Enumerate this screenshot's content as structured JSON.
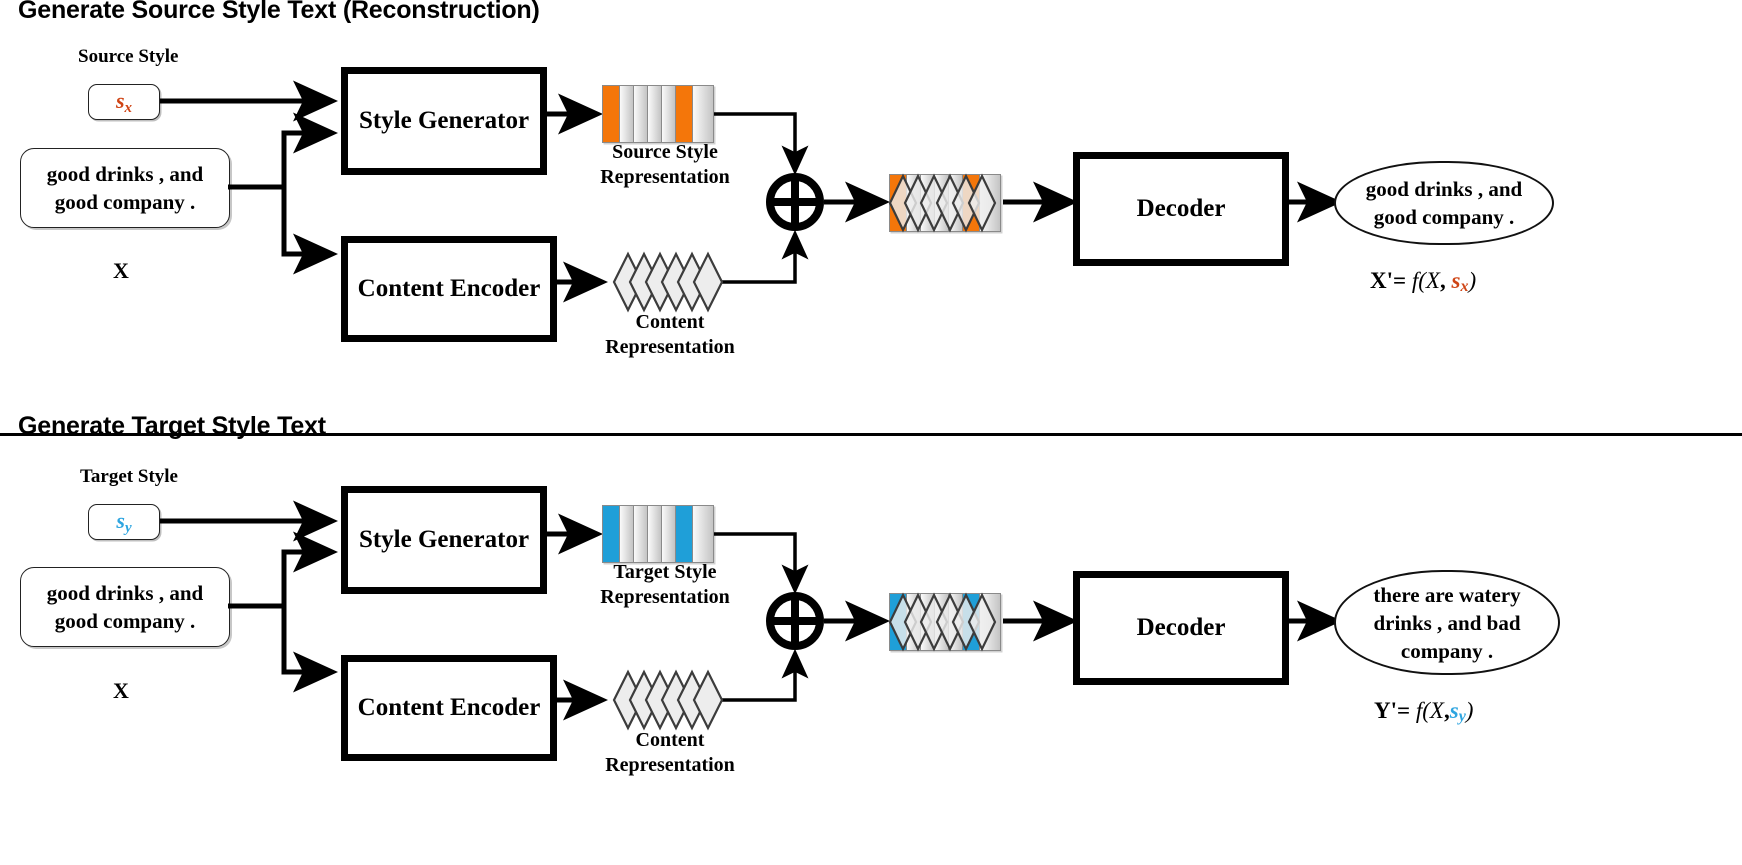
{
  "colors": {
    "source_accent": "#f4760a",
    "target_accent": "#1f9fd8",
    "source_symbol": "#cf4415",
    "target_symbol": "#2ea5e0",
    "segment_gray": "#d8d8d8",
    "stroke": "#000000"
  },
  "panels": [
    {
      "id": "source",
      "title": "Generate Source Style Text (Reconstruction)",
      "style_label": "Source Style",
      "style_symbol": "s",
      "style_symbol_sub": "x",
      "input_text": "good drinks , and good company .",
      "input_line1": "good drinks , and",
      "input_line2": "good company .",
      "input_name": "X",
      "modules": {
        "style_generator": "Style Generator",
        "content_encoder": "Content Encoder",
        "decoder": "Decoder"
      },
      "style_rep_label_line1": "Source Style",
      "style_rep_label_line2": "Representation",
      "content_rep_label_line1": "Content",
      "content_rep_label_line2": "Representation",
      "combine_operator": "plus-circle",
      "style_rep_segments": [
        "o",
        "g",
        "g",
        "g",
        "g",
        "o",
        "g"
      ],
      "combined_segments": [
        "o",
        "g",
        "g",
        "g",
        "g",
        "o",
        "g"
      ],
      "output_line1": "good drinks , and",
      "output_line2": "good company .",
      "formula": {
        "lhs": "X'",
        "eq": "=",
        "fn": "f",
        "open": "(",
        "arg1": "X",
        "comma": ",",
        "arg2": "s",
        "arg2_sub": "x",
        "close": ")",
        "full": "X' = f(X, s_x)"
      }
    },
    {
      "id": "target",
      "title": "Generate Target Style Text",
      "style_label": "Target Style",
      "style_symbol": "s",
      "style_symbol_sub": "y",
      "input_text": "good drinks , and good company .",
      "input_line1": "good drinks , and",
      "input_line2": "good company .",
      "input_name": "X",
      "modules": {
        "style_generator": "Style Generator",
        "content_encoder": "Content Encoder",
        "decoder": "Decoder"
      },
      "style_rep_label_line1": "Target Style",
      "style_rep_label_line2": "Representation",
      "content_rep_label_line1": "Content",
      "content_rep_label_line2": "Representation",
      "combine_operator": "plus-circle",
      "style_rep_segments": [
        "b",
        "g",
        "g",
        "g",
        "g",
        "b",
        "g"
      ],
      "combined_segments": [
        "b",
        "g",
        "g",
        "g",
        "g",
        "b",
        "g"
      ],
      "output_line1": "there are watery",
      "output_line2": "drinks , and bad",
      "output_line3": "company .",
      "formula": {
        "lhs": "Y'",
        "eq": "=",
        "fn": "f",
        "open": "(",
        "arg1": "X",
        "comma": ",",
        "arg2": "s",
        "arg2_sub": "y",
        "close": ")",
        "full": "Y' = f(X, s_y)"
      }
    }
  ]
}
